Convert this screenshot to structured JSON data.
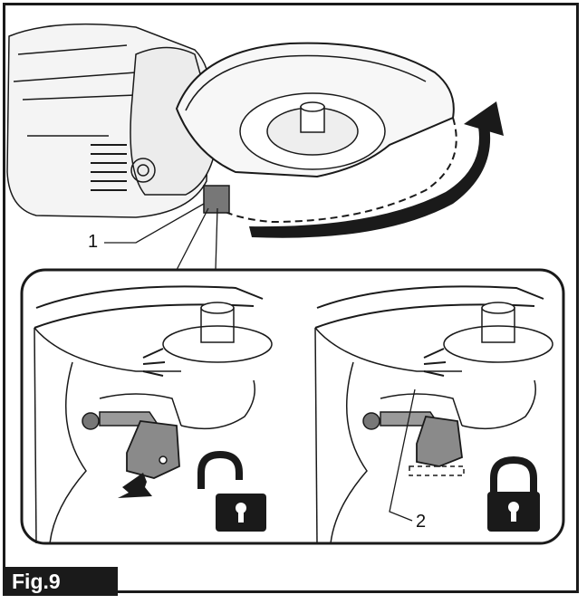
{
  "figure": {
    "label": "Fig.9",
    "callouts": [
      {
        "id": "1",
        "text": "1"
      },
      {
        "id": "2",
        "text": "2"
      }
    ]
  },
  "icons": {
    "unlocked": "padlock-open-icon",
    "locked": "padlock-closed-icon",
    "rotation": "curved-arrow-icon",
    "release": "release-arrow-icon"
  },
  "colors": {
    "ink": "#1a1a1a",
    "gray": "#8a8a8a",
    "light": "#e6e6e6"
  }
}
